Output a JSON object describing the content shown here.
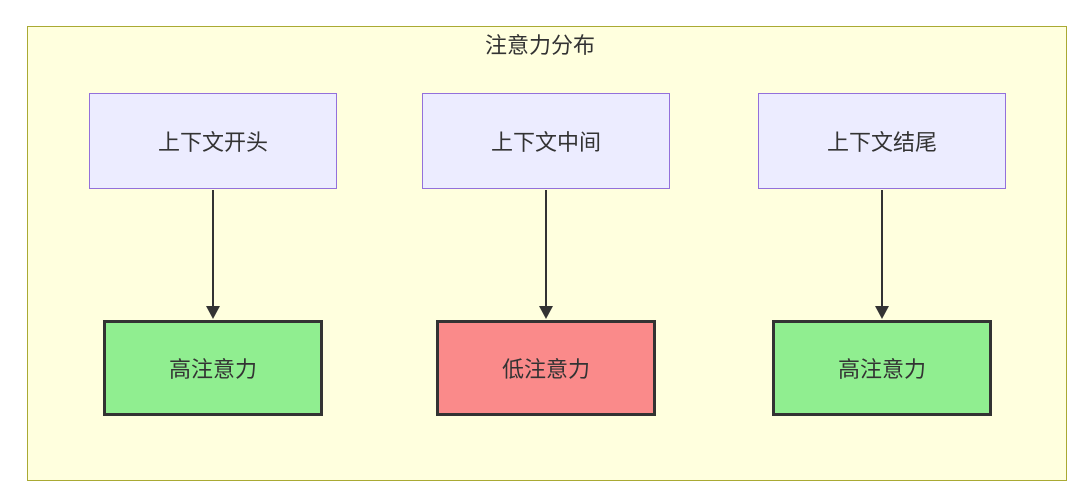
{
  "diagram": {
    "type": "flowchart",
    "title": "注意力分布",
    "columns": [
      {
        "source": "上下文开头",
        "target": "高注意力",
        "attention": "high"
      },
      {
        "source": "上下文中间",
        "target": "低注意力",
        "attention": "low"
      },
      {
        "source": "上下文结尾",
        "target": "高注意力",
        "attention": "high"
      }
    ],
    "colors": {
      "container_fill": "#ffffde",
      "container_border": "#aaaa33",
      "source_fill": "#ececff",
      "source_border": "#9370db",
      "high_fill": "#90ee90",
      "low_fill": "#fa8a8a",
      "result_border": "#333333",
      "arrow": "#333333",
      "text": "#333333"
    }
  }
}
